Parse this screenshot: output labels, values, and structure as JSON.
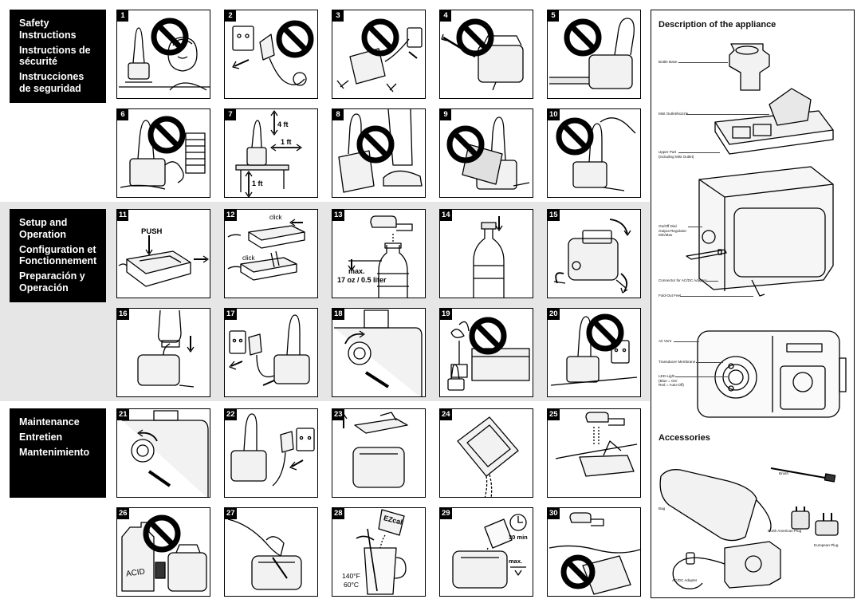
{
  "sections": {
    "safety": [
      "Safety Instructions",
      "Instructions de sécurité",
      "Instrucciones de seguridad"
    ],
    "setup": [
      "Setup and Operation",
      "Configuration et Fonctionnement",
      "Preparación y Operación"
    ],
    "maintenance": [
      "Maintenance",
      "Entretien",
      "Mantenimiento"
    ]
  },
  "panels": {
    "p1": "1",
    "p2": "2",
    "p3": "3",
    "p4": "4",
    "p5": "5",
    "p6": "6",
    "p7": "7",
    "p8": "8",
    "p9": "9",
    "p10": "10",
    "p11": "11",
    "p12": "12",
    "p13": "13",
    "p14": "14",
    "p15": "15",
    "p16": "16",
    "p17": "17",
    "p18": "18",
    "p19": "19",
    "p20": "20",
    "p21": "21",
    "p22": "22",
    "p23": "23",
    "p24": "24",
    "p25": "25",
    "p26": "26",
    "p27": "27",
    "p28": "28",
    "p29": "29",
    "p30": "30"
  },
  "panel_text": {
    "p7_height": "4 ft",
    "p7_side": "1 ft",
    "p7_floor": "1 ft",
    "p11_push": "PUSH",
    "p12_click_top": "click",
    "p12_click_bottom": "click",
    "p13_max": "max.",
    "p13_volume": "17 oz / 0.5 liter",
    "p26_acid": "ACID",
    "p28_brand": "EZcal",
    "p28_temp_f": "140°F",
    "p28_temp_c": "60°C",
    "p29_time": "30 min",
    "p29_max": "max."
  },
  "description": {
    "title": "Description of the appliance",
    "labels": {
      "bottle_base": "Bottle Base",
      "mist_outlet": "Mist Outlet/Nozzle",
      "upper_part": "Upper Part\n(including Mist Outlet)",
      "dial": "On/Off Dial\nOutput Regulator\nMin/Max",
      "connector": "Connector for AC/DC Adapter",
      "feet": "Fold-Out Feet",
      "air_vent": "Air Vent",
      "membrane": "Transducer Membrane",
      "led": "LED-Light\n(Blue = On/\nRed = Auto-Off)"
    }
  },
  "accessories": {
    "title": "Accessories",
    "labels": {
      "brush": "Brush",
      "bag": "Bag",
      "na_plug": "North American Plug",
      "eu_plug": "European Plug",
      "adapter": "AC/DC Adapter"
    }
  }
}
